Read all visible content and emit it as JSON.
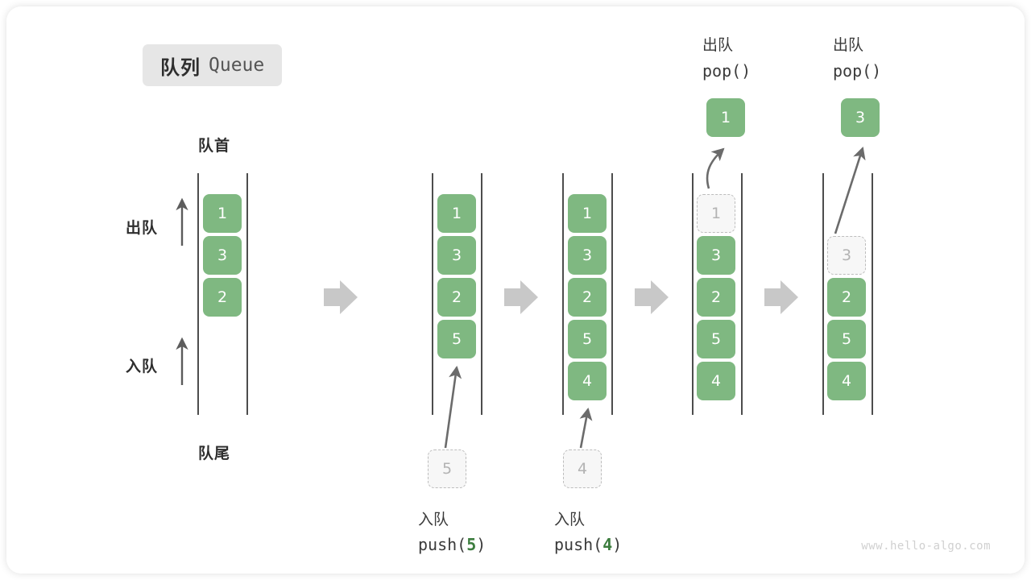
{
  "title": {
    "cn": "队列",
    "en": "Queue"
  },
  "labels": {
    "head": "队首",
    "tail": "队尾",
    "pop_cn": "出队",
    "push_cn": "入队"
  },
  "watermark": "www.hello-algo.com",
  "colors": {
    "cell_green": "#7fb881",
    "ghost_border": "#bdbdbd",
    "ghost_text": "#b3b3b3",
    "rail": "#4d4d4d",
    "arrow_gray": "#6b6b6b",
    "step_arrow": "#c8c8c8",
    "badge_bg": "#e6e6e6",
    "accent_arg": "#3c7d3e"
  },
  "columns": [
    {
      "id": "initial",
      "cells": [
        "1",
        "3",
        "2"
      ],
      "ghost_rows": [],
      "side_labels": {
        "pop": "出队",
        "push": "入队"
      },
      "top_label": null,
      "bottom_label": null,
      "popped_value": null,
      "incoming_value": null
    },
    {
      "id": "after-push-5",
      "cells": [
        "1",
        "3",
        "2",
        "5"
      ],
      "ghost_rows": [],
      "top_label": null,
      "bottom_label": {
        "cn": "入队",
        "code_prefix": "push(",
        "code_arg": "5",
        "code_suffix": ")"
      },
      "popped_value": null,
      "incoming_value": "5"
    },
    {
      "id": "after-push-4",
      "cells": [
        "1",
        "3",
        "2",
        "5",
        "4"
      ],
      "ghost_rows": [],
      "top_label": null,
      "bottom_label": {
        "cn": "入队",
        "code_prefix": "push(",
        "code_arg": "4",
        "code_suffix": ")"
      },
      "popped_value": null,
      "incoming_value": "4"
    },
    {
      "id": "after-pop-1",
      "cells": [
        "3",
        "2",
        "5",
        "4"
      ],
      "ghost_rows": [
        {
          "row": 0,
          "value": "1"
        }
      ],
      "top_label": {
        "cn": "出队",
        "code": "pop()"
      },
      "bottom_label": null,
      "popped_value": "1",
      "incoming_value": null
    },
    {
      "id": "after-pop-3",
      "cells": [
        "2",
        "5",
        "4"
      ],
      "ghost_rows": [
        {
          "row": 1,
          "value": "3"
        }
      ],
      "top_label": {
        "cn": "出队",
        "code": "pop()"
      },
      "bottom_label": null,
      "popped_value": "3",
      "incoming_value": null
    }
  ],
  "step_arrows_count": 4
}
